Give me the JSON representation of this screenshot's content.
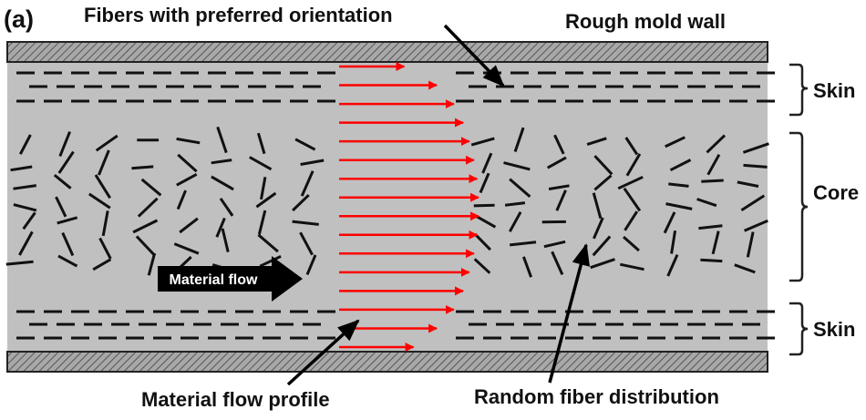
{
  "figure": {
    "panel_label": "(a)",
    "labels": {
      "fibers_preferred": "Fibers with preferred orientation",
      "rough_wall": "Rough mold wall",
      "skin_top": "Skin",
      "core": "Core",
      "skin_bottom": "Skin",
      "flow_arrow": "Material flow",
      "flow_profile": "Material flow profile",
      "random_fibers": "Random fiber distribution"
    },
    "colors": {
      "background": "#ffffff",
      "channel_fill": "#c0c0c0",
      "wall_fill": "#9a9a9a",
      "fiber": "#111111",
      "profile_arrow": "#ff0000",
      "flow_arrow_fill": "#000000",
      "outline": "#222222"
    },
    "flow_profile_relative_speeds": [
      0.42,
      0.63,
      0.74,
      0.8,
      0.84,
      0.87,
      0.89,
      0.9,
      0.9,
      0.89,
      0.87,
      0.84,
      0.8,
      0.74,
      0.63,
      0.48
    ]
  }
}
